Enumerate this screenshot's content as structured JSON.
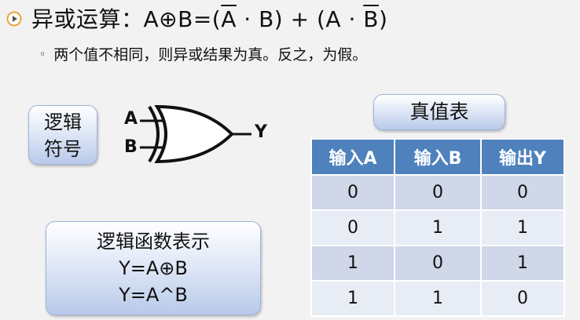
{
  "title": {
    "prefix": "异或运算：A⊕B=(",
    "a_bar": "A",
    "middle": " · B) + (A · ",
    "b_bar": "B",
    "suffix": ")"
  },
  "subtitle": {
    "bullet": "◦",
    "text": "两个值不相同，则异或结果为真。反之，为假。"
  },
  "logic_symbol_box": {
    "line1": "逻辑",
    "line2": "符号"
  },
  "gate": {
    "input_a": "A",
    "input_b": "B",
    "output": "Y"
  },
  "truth_table": {
    "button_label": "真值表",
    "headers": [
      "输入A",
      "输入B",
      "输出Y"
    ],
    "rows": [
      [
        "0",
        "0",
        "0"
      ],
      [
        "0",
        "1",
        "1"
      ],
      [
        "1",
        "0",
        "1"
      ],
      [
        "1",
        "1",
        "0"
      ]
    ]
  },
  "function_box": {
    "heading": "逻辑函数表示",
    "expr1": "Y=A⊕B",
    "expr2": "Y=A^B"
  },
  "colors": {
    "header_bg": "#4f81bd",
    "row_odd": "#cfd7e8",
    "row_even": "#e8ecf4",
    "bullet_icon": "#e8a33a"
  },
  "icons": {
    "bullet": "play-bullet-icon"
  }
}
